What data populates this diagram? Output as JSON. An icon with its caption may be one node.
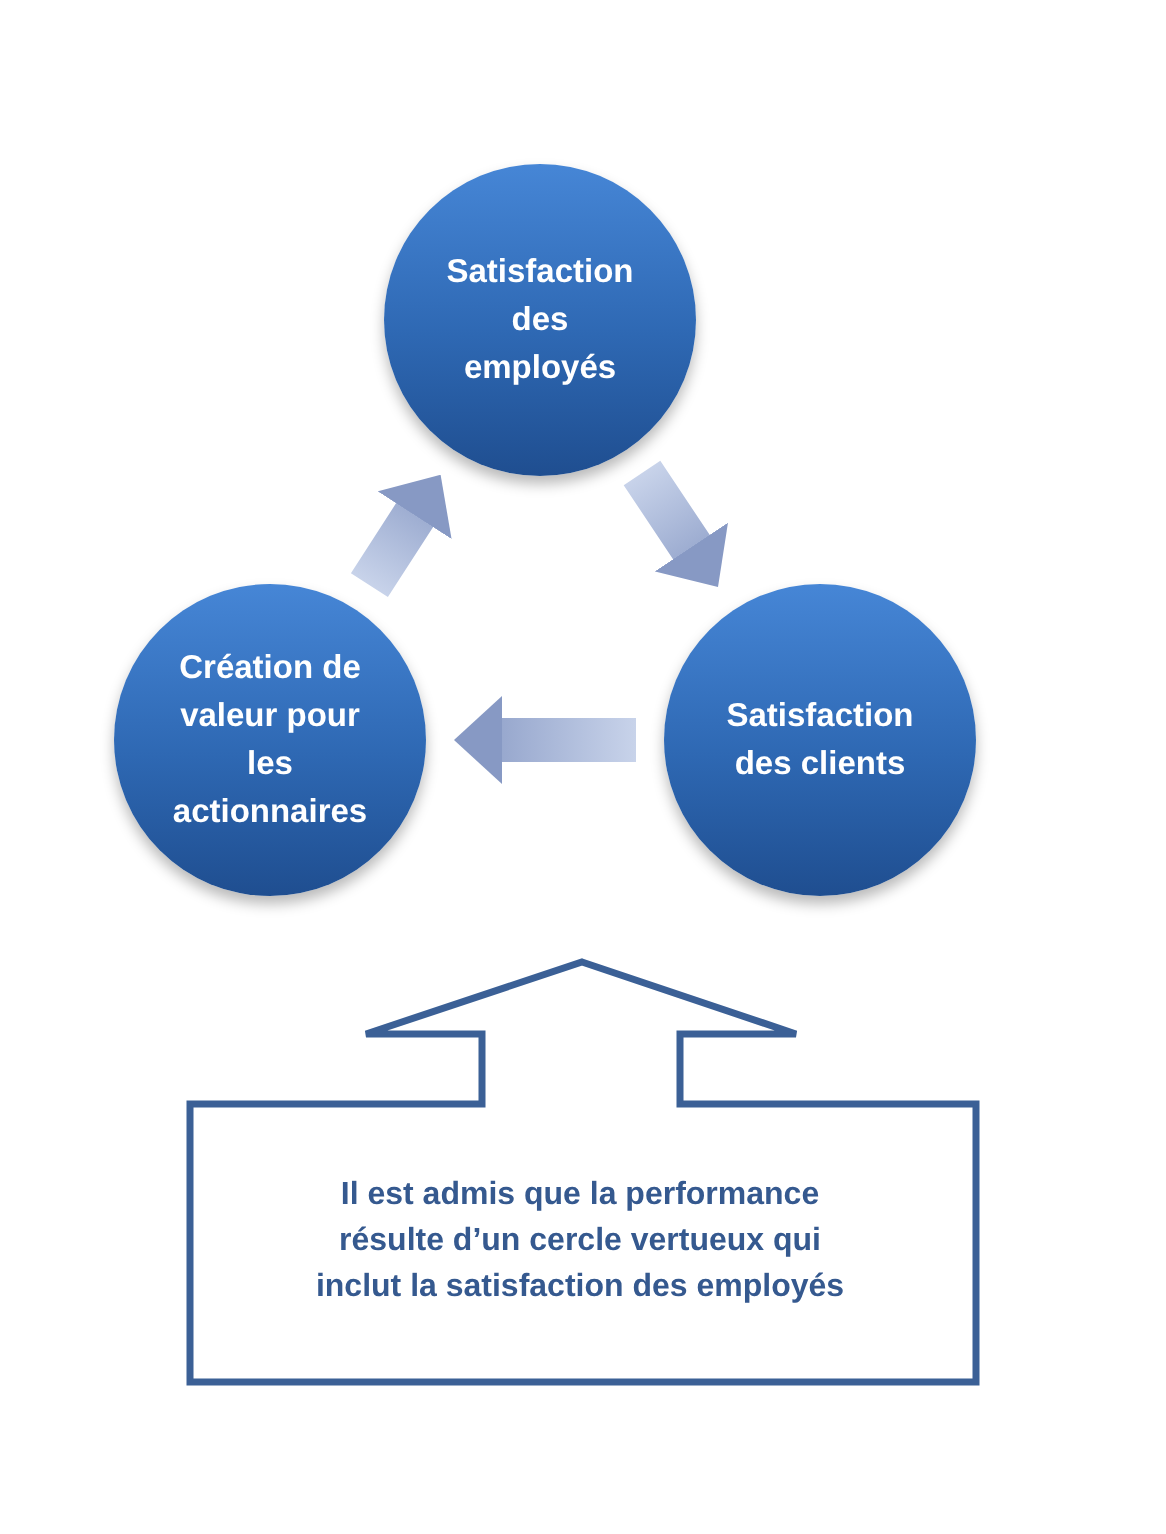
{
  "diagram": {
    "nodes": [
      {
        "text": [
          "Satisfaction des employés"
        ]
      },
      {
        "text": [
          "Satisfaction des clients"
        ]
      },
      {
        "text": [
          "Création de valeur pour les actionnaires"
        ]
      },
      {
        "text": [
          "Il est admis que la performance résulte d’un cercle vertueux qui inclut la satisfaction des employés"
        ]
      }
    ],
    "edges": [
      {
        "from": 0,
        "to": 1,
        "arrow": "to"
      },
      {
        "from": 1,
        "to": 2,
        "arrow": "to"
      },
      {
        "from": 2,
        "to": 0,
        "arrow": "to"
      }
    ]
  }
}
